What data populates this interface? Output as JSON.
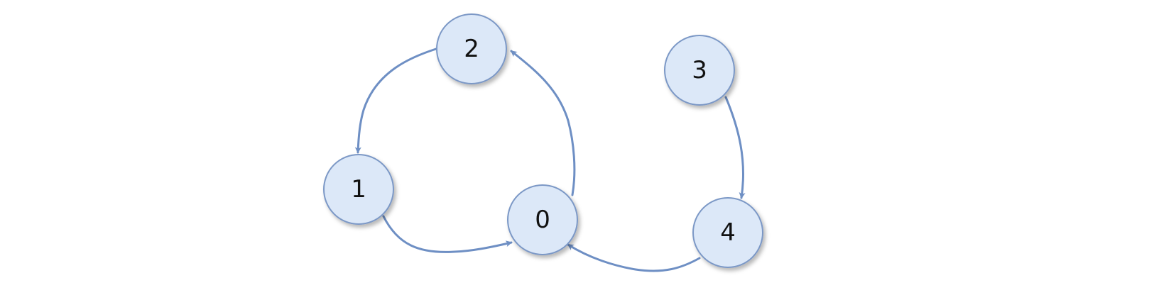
{
  "diagram": {
    "type": "directed-graph",
    "colors": {
      "node_fill": "#dce8f8",
      "node_stroke": "#7b98c6",
      "edge": "#6e8fc4",
      "label": "#111111"
    },
    "nodes": [
      {
        "id": "0",
        "label": "0"
      },
      {
        "id": "1",
        "label": "1"
      },
      {
        "id": "2",
        "label": "2"
      },
      {
        "id": "3",
        "label": "3"
      },
      {
        "id": "4",
        "label": "4"
      }
    ],
    "edges": [
      {
        "from": "0",
        "to": "2"
      },
      {
        "from": "2",
        "to": "1"
      },
      {
        "from": "1",
        "to": "0"
      },
      {
        "from": "3",
        "to": "4"
      },
      {
        "from": "4",
        "to": "0"
      }
    ]
  }
}
